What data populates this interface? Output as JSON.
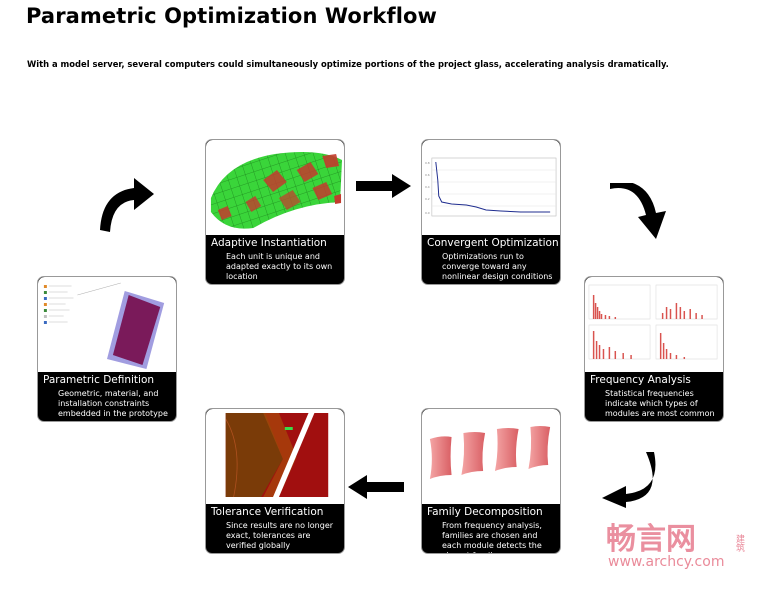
{
  "page": {
    "title": "Parametric Optimization Workflow",
    "subtitle": "With a model server, several computers could simultaneously optimize portions of the project glass, accelerating analysis dramatically."
  },
  "steps": [
    {
      "title": "Adaptive Instantiation",
      "desc": "Each unit is unique and adapted exactly to its own location"
    },
    {
      "title": "Convergent Optimization",
      "desc": "Optimizations run to converge toward any nonlinear design conditions"
    },
    {
      "title": "Frequency Analysis",
      "desc": "Statistical frequencies indicate which types of modules are most common"
    },
    {
      "title": "Family Decomposition",
      "desc": "From frequency analysis, families are chosen and each module detects the closest family"
    },
    {
      "title": "Tolerance Verification",
      "desc": "Since results are no longer exact, tolerances are verified globally"
    },
    {
      "title": "Parametric Definition",
      "desc": "Geometric, material, and installation constraints embedded in the prototype"
    }
  ],
  "watermark": {
    "logo_text": "畅言网",
    "side_text": "建筑",
    "url": "www.archcy.com",
    "color": "#e46a7f"
  },
  "icons": {
    "flow_arrow": "curved-arrow-icon"
  }
}
